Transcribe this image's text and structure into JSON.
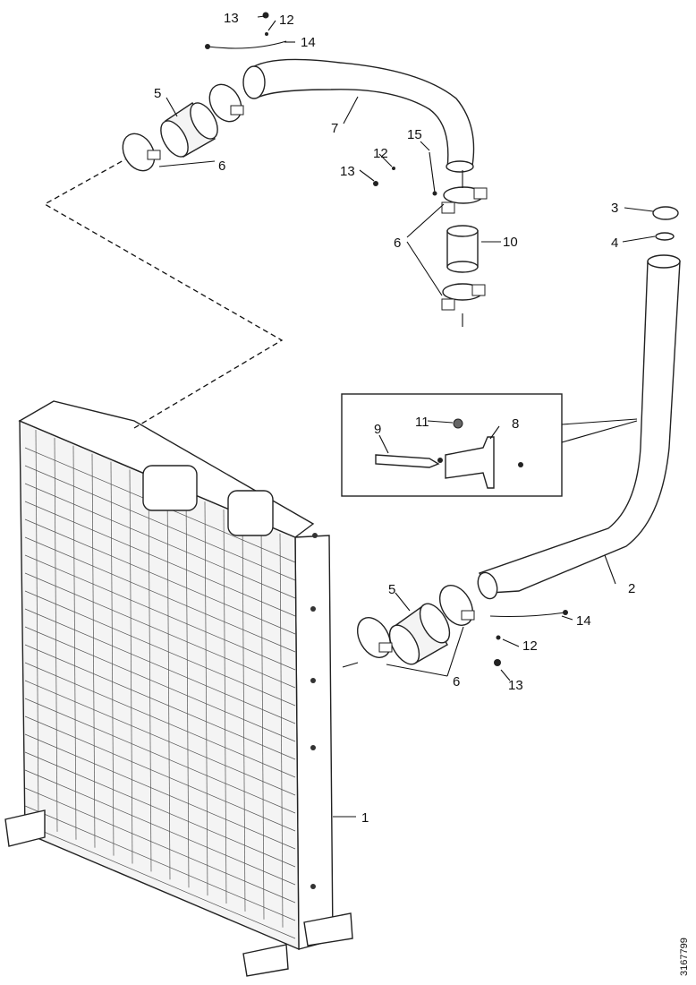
{
  "callouts": {
    "c1": "1",
    "c2": "2",
    "c3": "3",
    "c4": "4",
    "c5_top": "5",
    "c5_bottom": "5",
    "c6_top_left": "6",
    "c6_top_mid": "6",
    "c6_bottom": "6",
    "c7": "7",
    "c8": "8",
    "c9": "9",
    "c10": "10",
    "c11": "11",
    "c12_top": "12",
    "c12_mid": "12",
    "c12_bottom": "12",
    "c13_top": "13",
    "c13_mid": "13",
    "c13_bottom": "13",
    "c14_top": "14",
    "c14_bottom": "14",
    "c15": "15"
  },
  "figure_ref": "3167799"
}
